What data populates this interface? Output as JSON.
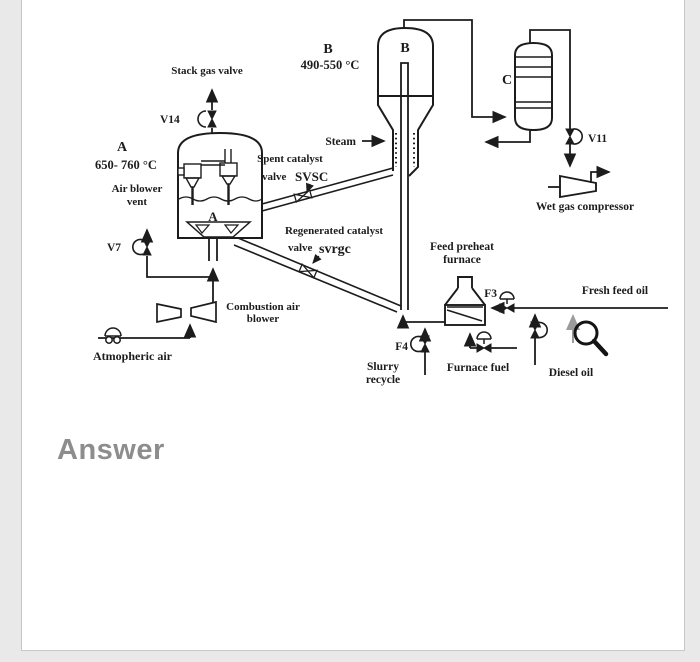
{
  "page": {
    "answer_heading": "Answer"
  },
  "diagram": {
    "labels": {
      "stack_gas_valve": "Stack gas valve",
      "v14": "V14",
      "vessel_a_letter": "A",
      "vessel_a_temp": "650- 760 °C",
      "air_blower_vent_1": "Air blower",
      "air_blower_vent_2": "vent",
      "v7": "V7",
      "atmospheric_air": "Atmopheric air",
      "combustion_air_1": "Combustion air",
      "combustion_air_2": "blower",
      "vessel_a_inner": "A",
      "spent_catalyst_1": "Spent catalyst",
      "spent_catalyst_2": "valve",
      "spent_catalyst_tag": "SVSC",
      "regenerated_catalyst_1": "Regenerated catalyst",
      "regenerated_catalyst_2": "valve",
      "regenerated_catalyst_tag": "svrgc",
      "steam": "Steam",
      "vessel_b_letter": "B",
      "vessel_b_temp": "490-550 °C",
      "vessel_b_inner": "B",
      "vessel_c_inner": "C",
      "v11": "V11",
      "wet_gas_compressor": "Wet gas compressor",
      "feed_preheat_1": "Feed preheat",
      "feed_preheat_2": "furnace",
      "f3": "F3",
      "fresh_feed_oil": "Fresh feed oil",
      "f4": "F4",
      "slurry_1": "Slurry",
      "slurry_2": "recycle",
      "furnace_fuel": "Furnace fuel",
      "diesel_oil": "Diesel oil"
    },
    "colors": {
      "ink": "#1c1c1c",
      "muted_line": "#9b9b9b"
    }
  }
}
